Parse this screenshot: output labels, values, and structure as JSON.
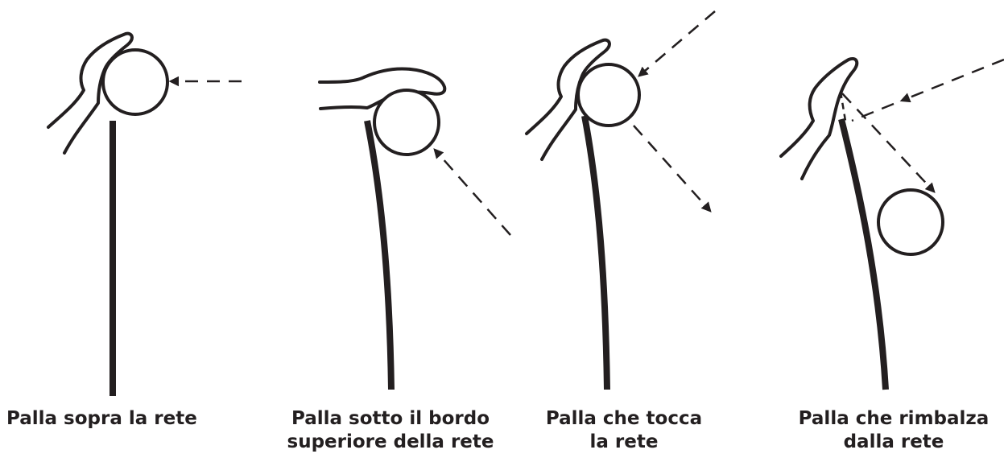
{
  "colors": {
    "ink": "#231f20",
    "background": "#ffffff"
  },
  "panels": [
    {
      "caption_lines": [
        "Palla sopra la rete"
      ]
    },
    {
      "caption_lines": [
        "Palla sotto il bordo",
        "superiore della rete"
      ]
    },
    {
      "caption_lines": [
        "Palla che tocca",
        "la rete"
      ]
    },
    {
      "caption_lines": [
        "Palla che rimbalza",
        "dalla rete"
      ]
    }
  ]
}
